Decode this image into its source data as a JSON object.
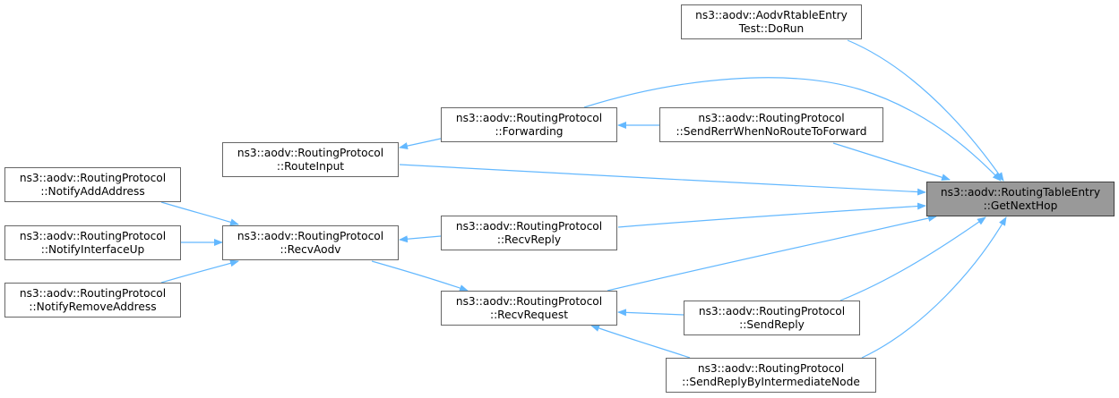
{
  "colors": {
    "edge": "#63b8ff",
    "node_border": "#666666",
    "focus_fill": "#999999"
  },
  "nodes": {
    "target": {
      "line1": "ns3::aodv::RoutingTableEntry",
      "line2": "::GetNextHop"
    },
    "test_dorun": {
      "line1": "ns3::aodv::AodvRtableEntry",
      "line2": "Test::DoRun"
    },
    "forwarding": {
      "line1": "ns3::aodv::RoutingProtocol",
      "line2": "::Forwarding"
    },
    "send_rerr": {
      "line1": "ns3::aodv::RoutingProtocol",
      "line2": "::SendRerrWhenNoRouteToForward"
    },
    "route_input": {
      "line1": "ns3::aodv::RoutingProtocol",
      "line2": "::RouteInput"
    },
    "notify_add": {
      "line1": "ns3::aodv::RoutingProtocol",
      "line2": "::NotifyAddAddress"
    },
    "notify_up": {
      "line1": "ns3::aodv::RoutingProtocol",
      "line2": "::NotifyInterfaceUp"
    },
    "notify_remove": {
      "line1": "ns3::aodv::RoutingProtocol",
      "line2": "::NotifyRemoveAddress"
    },
    "recv_aodv": {
      "line1": "ns3::aodv::RoutingProtocol",
      "line2": "::RecvAodv"
    },
    "recv_reply": {
      "line1": "ns3::aodv::RoutingProtocol",
      "line2": "::RecvReply"
    },
    "recv_request": {
      "line1": "ns3::aodv::RoutingProtocol",
      "line2": "::RecvRequest"
    },
    "send_reply": {
      "line1": "ns3::aodv::RoutingProtocol",
      "line2": "::SendReply"
    },
    "send_reply_inter": {
      "line1": "ns3::aodv::RoutingProtocol",
      "line2": "::SendReplyByIntermediateNode"
    }
  },
  "edges": [
    {
      "from": "test_dorun",
      "to": "target"
    },
    {
      "from": "forwarding",
      "to": "target"
    },
    {
      "from": "send_rerr",
      "to": "target"
    },
    {
      "from": "route_input",
      "to": "target"
    },
    {
      "from": "recv_reply",
      "to": "target"
    },
    {
      "from": "recv_request",
      "to": "target"
    },
    {
      "from": "send_reply",
      "to": "target"
    },
    {
      "from": "send_reply_inter",
      "to": "target"
    },
    {
      "from": "send_rerr",
      "to": "forwarding"
    },
    {
      "from": "forwarding",
      "to": "route_input"
    },
    {
      "from": "notify_add",
      "to": "recv_aodv"
    },
    {
      "from": "notify_up",
      "to": "recv_aodv"
    },
    {
      "from": "notify_remove",
      "to": "recv_aodv"
    },
    {
      "from": "recv_reply",
      "to": "recv_aodv"
    },
    {
      "from": "recv_aodv",
      "to": "recv_request"
    },
    {
      "from": "send_reply",
      "to": "recv_request"
    },
    {
      "from": "send_reply_inter",
      "to": "recv_request"
    }
  ]
}
